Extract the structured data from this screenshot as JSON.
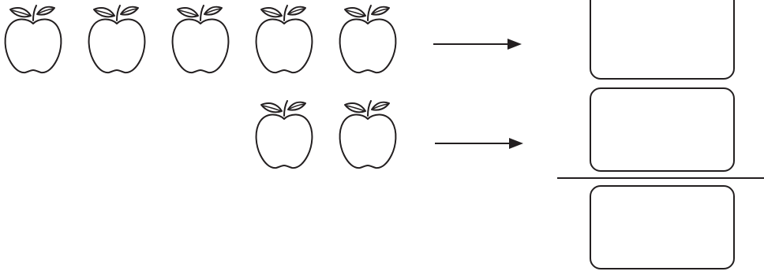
{
  "worksheet": {
    "rows": [
      {
        "apple_count": 5,
        "icon": "apple-icon"
      },
      {
        "apple_count": 2,
        "icon": "apple-icon"
      }
    ],
    "answer_boxes": [
      {
        "value": ""
      },
      {
        "value": ""
      },
      {
        "value": ""
      }
    ],
    "operation": "subtraction",
    "arrow_icon": "arrow-right-icon",
    "colors": {
      "ink": "#231f20",
      "background": "#ffffff"
    }
  }
}
